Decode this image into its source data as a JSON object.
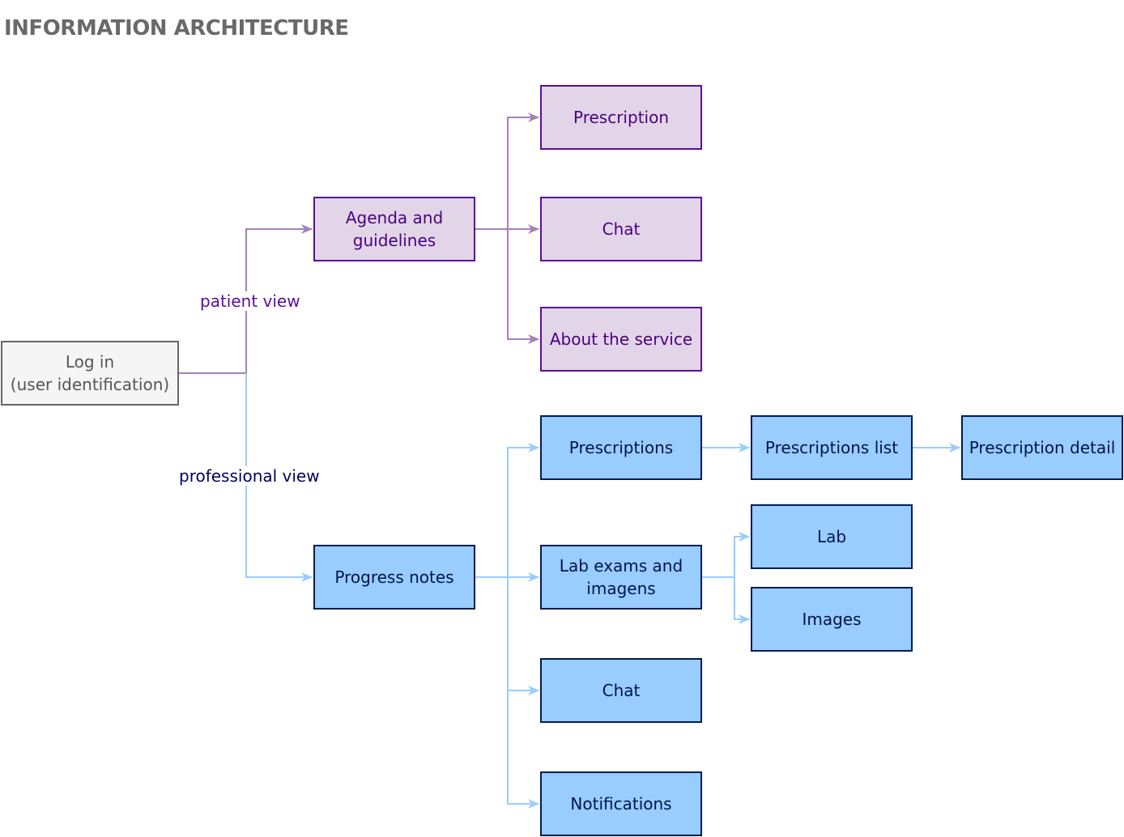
{
  "title": "INFORMATION ARCHITECTURE",
  "colors": {
    "patient_fill": "#e1d5e7",
    "patient_stroke": "#5c0c9e",
    "patient_edge": "#a680b8",
    "professional_fill": "#99ccff",
    "professional_stroke": "#001d54",
    "professional_edge": "#99ccff",
    "root_fill": "#f5f5f5",
    "root_stroke": "#666666"
  },
  "nodes": {
    "login": "Log in\n(user identification)",
    "agenda": "Agenda and\nguidelines",
    "prescription": "Prescription",
    "chat_patient": "Chat",
    "about": "About the service",
    "progress": "Progress notes",
    "prescriptions": "Prescriptions",
    "prescriptions_list": "Prescriptions list",
    "prescription_detail": "Prescription detail",
    "lab_exams": "Lab exams and\nimagens",
    "lab": "Lab",
    "images": "Images",
    "chat_prof": "Chat",
    "notifications": "Notifications"
  },
  "edge_labels": {
    "patient": "patient view",
    "professional": "professional view"
  }
}
